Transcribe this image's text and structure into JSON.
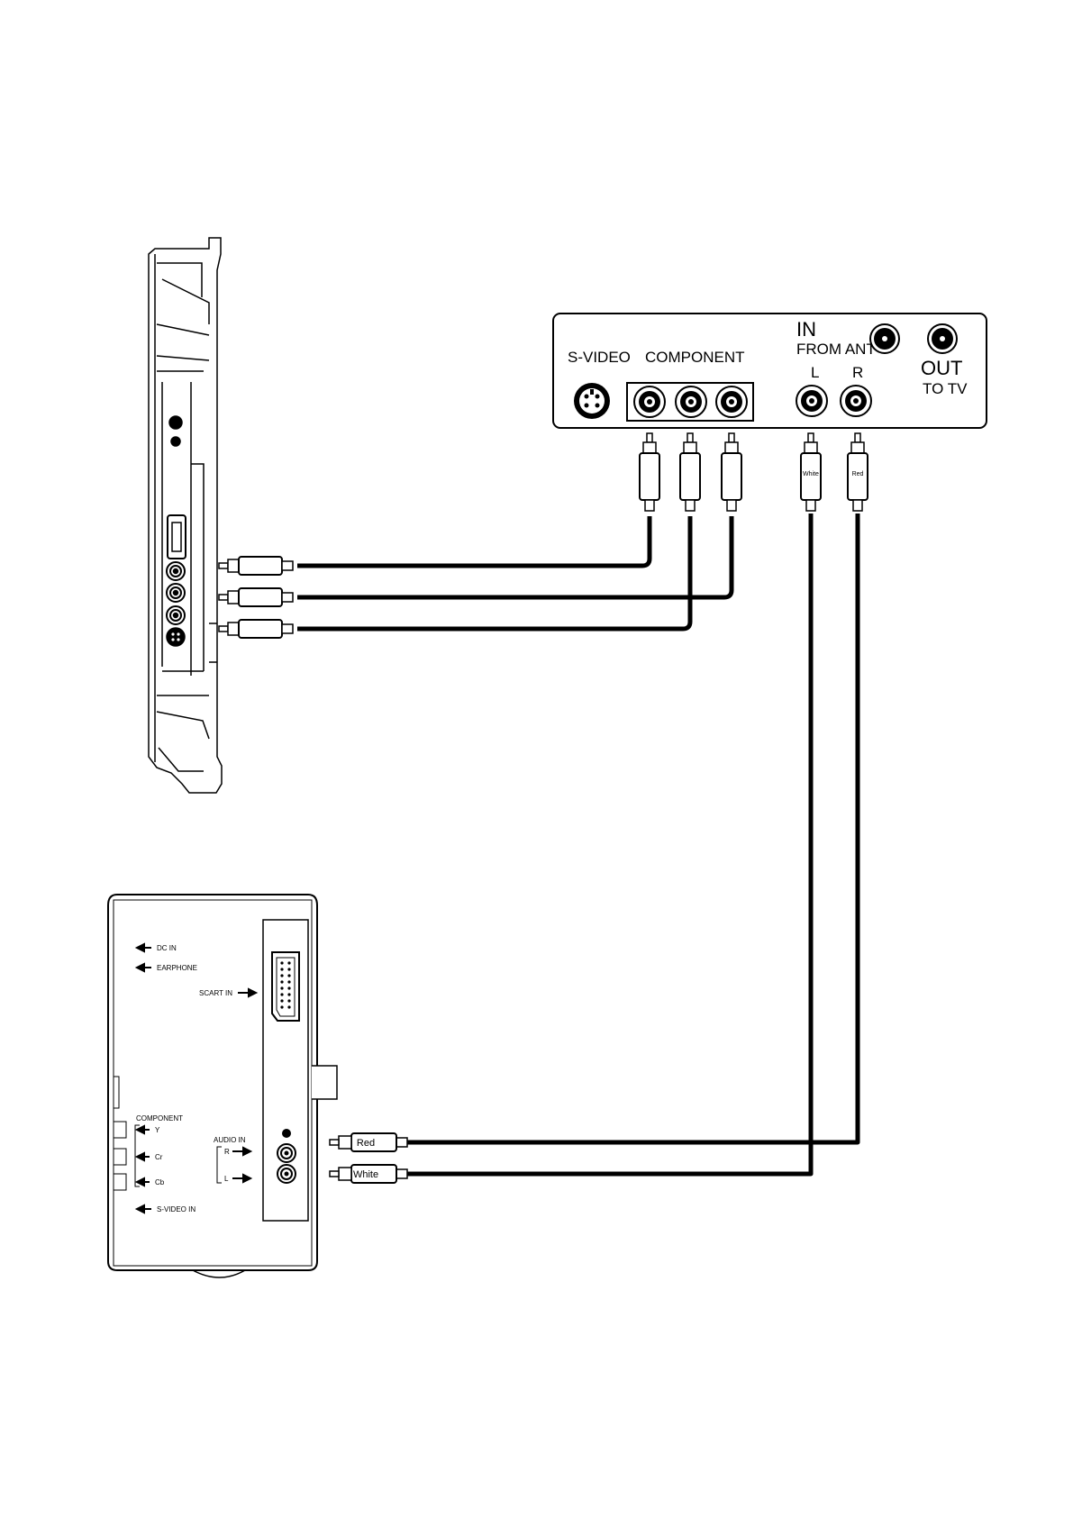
{
  "panel": {
    "in_label": "IN",
    "from_ant_label": "FROM ANT",
    "svideo_label": "S-VIDEO",
    "component_label": "COMPONENT",
    "l_label": "L",
    "r_label": "R",
    "out_label": "OUT",
    "to_tv_label": "TO TV"
  },
  "cables": {
    "white_plug_label": "White",
    "red_plug_label": "Red"
  },
  "player": {
    "dc_in_label": "DC IN",
    "earphone_label": "EARPHONE",
    "scart_in_label": "SCART IN",
    "component_label": "COMPONENT",
    "y_label": "Y",
    "cr_label": "Cr",
    "cb_label": "Cb",
    "svideo_in_label": "S-VIDEO IN",
    "audio_in_label": "AUDIO IN",
    "audio_r_label": "R",
    "audio_l_label": "L",
    "red_plug_label": "Red",
    "white_plug_label": "White"
  },
  "colors": {
    "line": "#000000",
    "background": "#ffffff",
    "plug_fill": "#ffffff"
  }
}
